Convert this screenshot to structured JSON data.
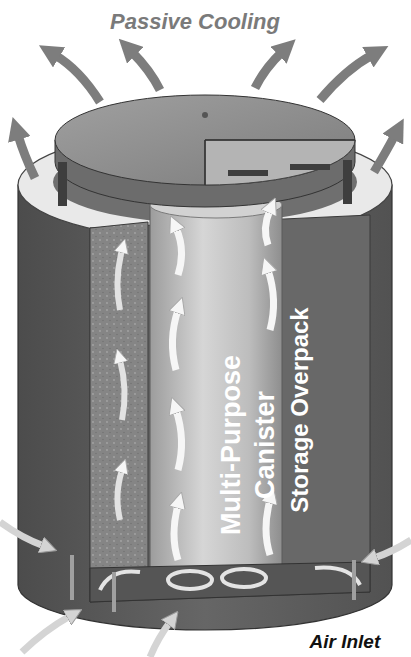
{
  "diagram": {
    "nodes": [
      {
        "text": [
          "Storage Overpack"
        ]
      },
      {
        "text": [
          "Multi-Purpose Canister"
        ],
        "in": 0
      }
    ],
    "labels": [
      "Passive Cooling",
      "Air Inlet"
    ]
  }
}
